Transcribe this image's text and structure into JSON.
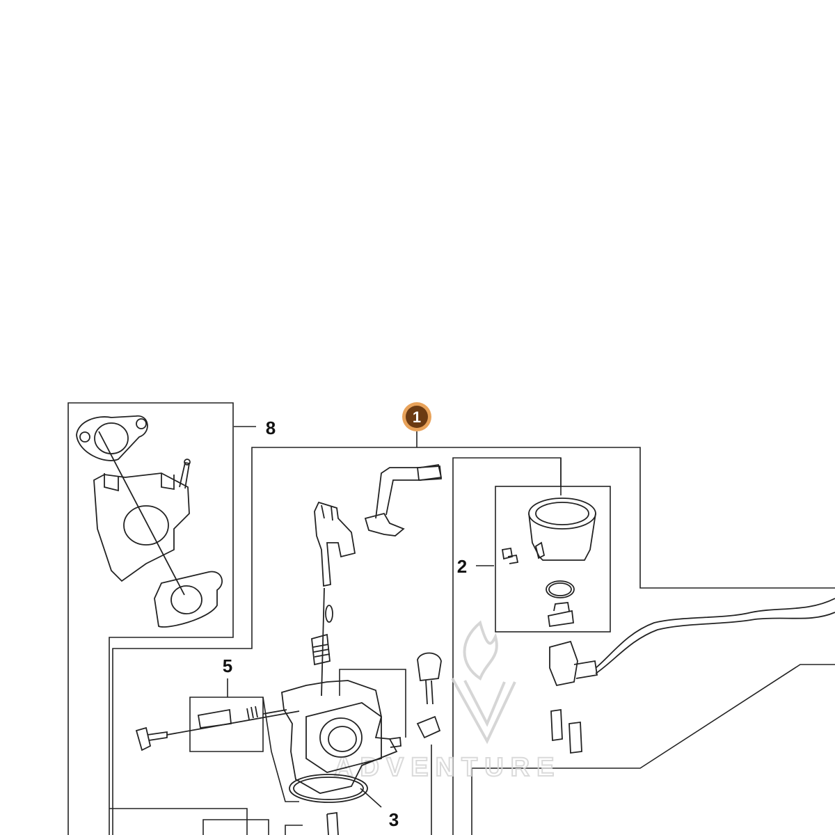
{
  "callouts": {
    "main_assembly": "1",
    "fuel_bowl_group": "2",
    "carb_body": "3",
    "adjust_screw_group": "5",
    "intake_group": "8"
  },
  "watermark": {
    "text": "ADVENTURE",
    "logo_icon": "flame-v-logo-icon"
  },
  "colors": {
    "callout_fill": "#6b3a12",
    "callout_ring": "#e8a25a",
    "line": "#222222",
    "watermark": "#d6d6d6"
  }
}
